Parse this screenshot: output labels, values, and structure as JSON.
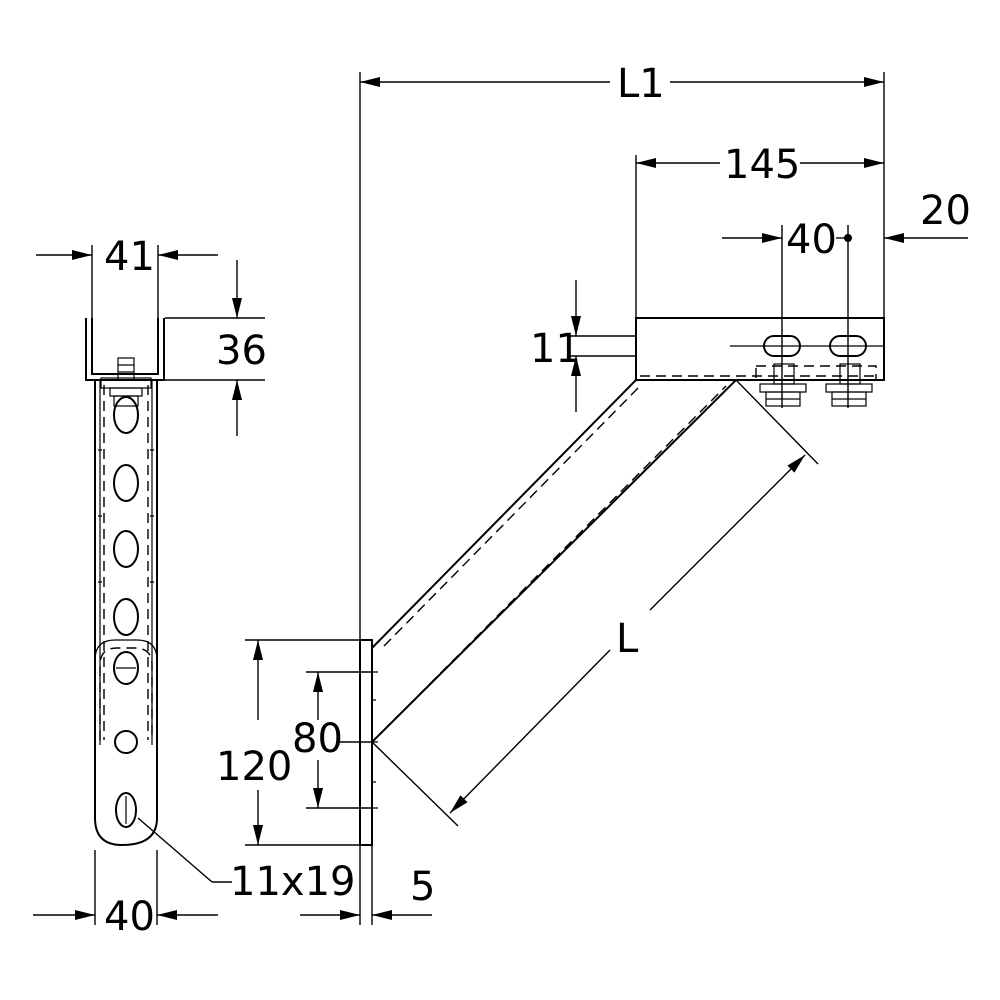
{
  "labels": {
    "l1": "L1",
    "d145": "145",
    "d20": "20",
    "d40_top": "40",
    "d11": "11",
    "d41": "41",
    "d36": "36",
    "l": "L",
    "d120": "120",
    "d80": "80",
    "d11x19": "11x19",
    "d40_bottom": "40",
    "d5": "5"
  }
}
